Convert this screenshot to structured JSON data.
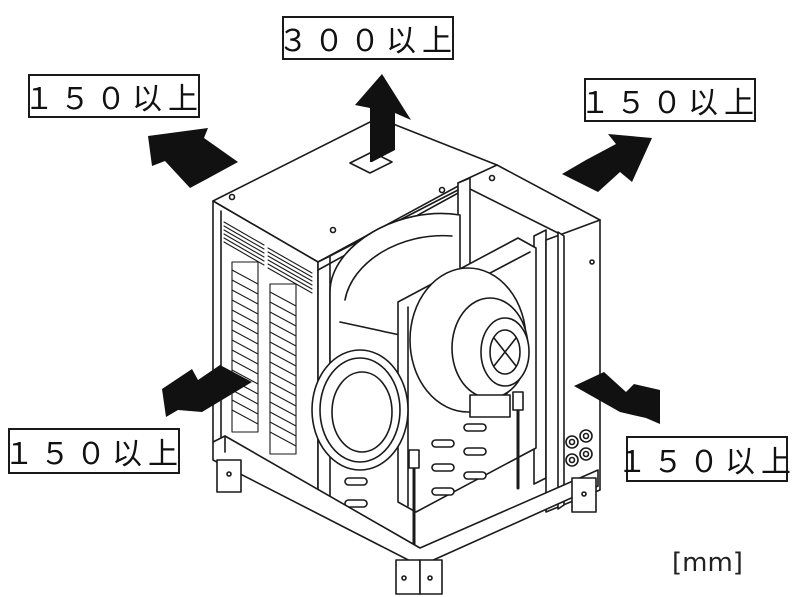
{
  "clearance_labels": {
    "top": "３００以上",
    "upper_left": "１５０以上",
    "upper_right": "１５０以上",
    "lower_left": "１５０以上",
    "lower_right": "１５０以上"
  },
  "unit_label": "[mm]"
}
